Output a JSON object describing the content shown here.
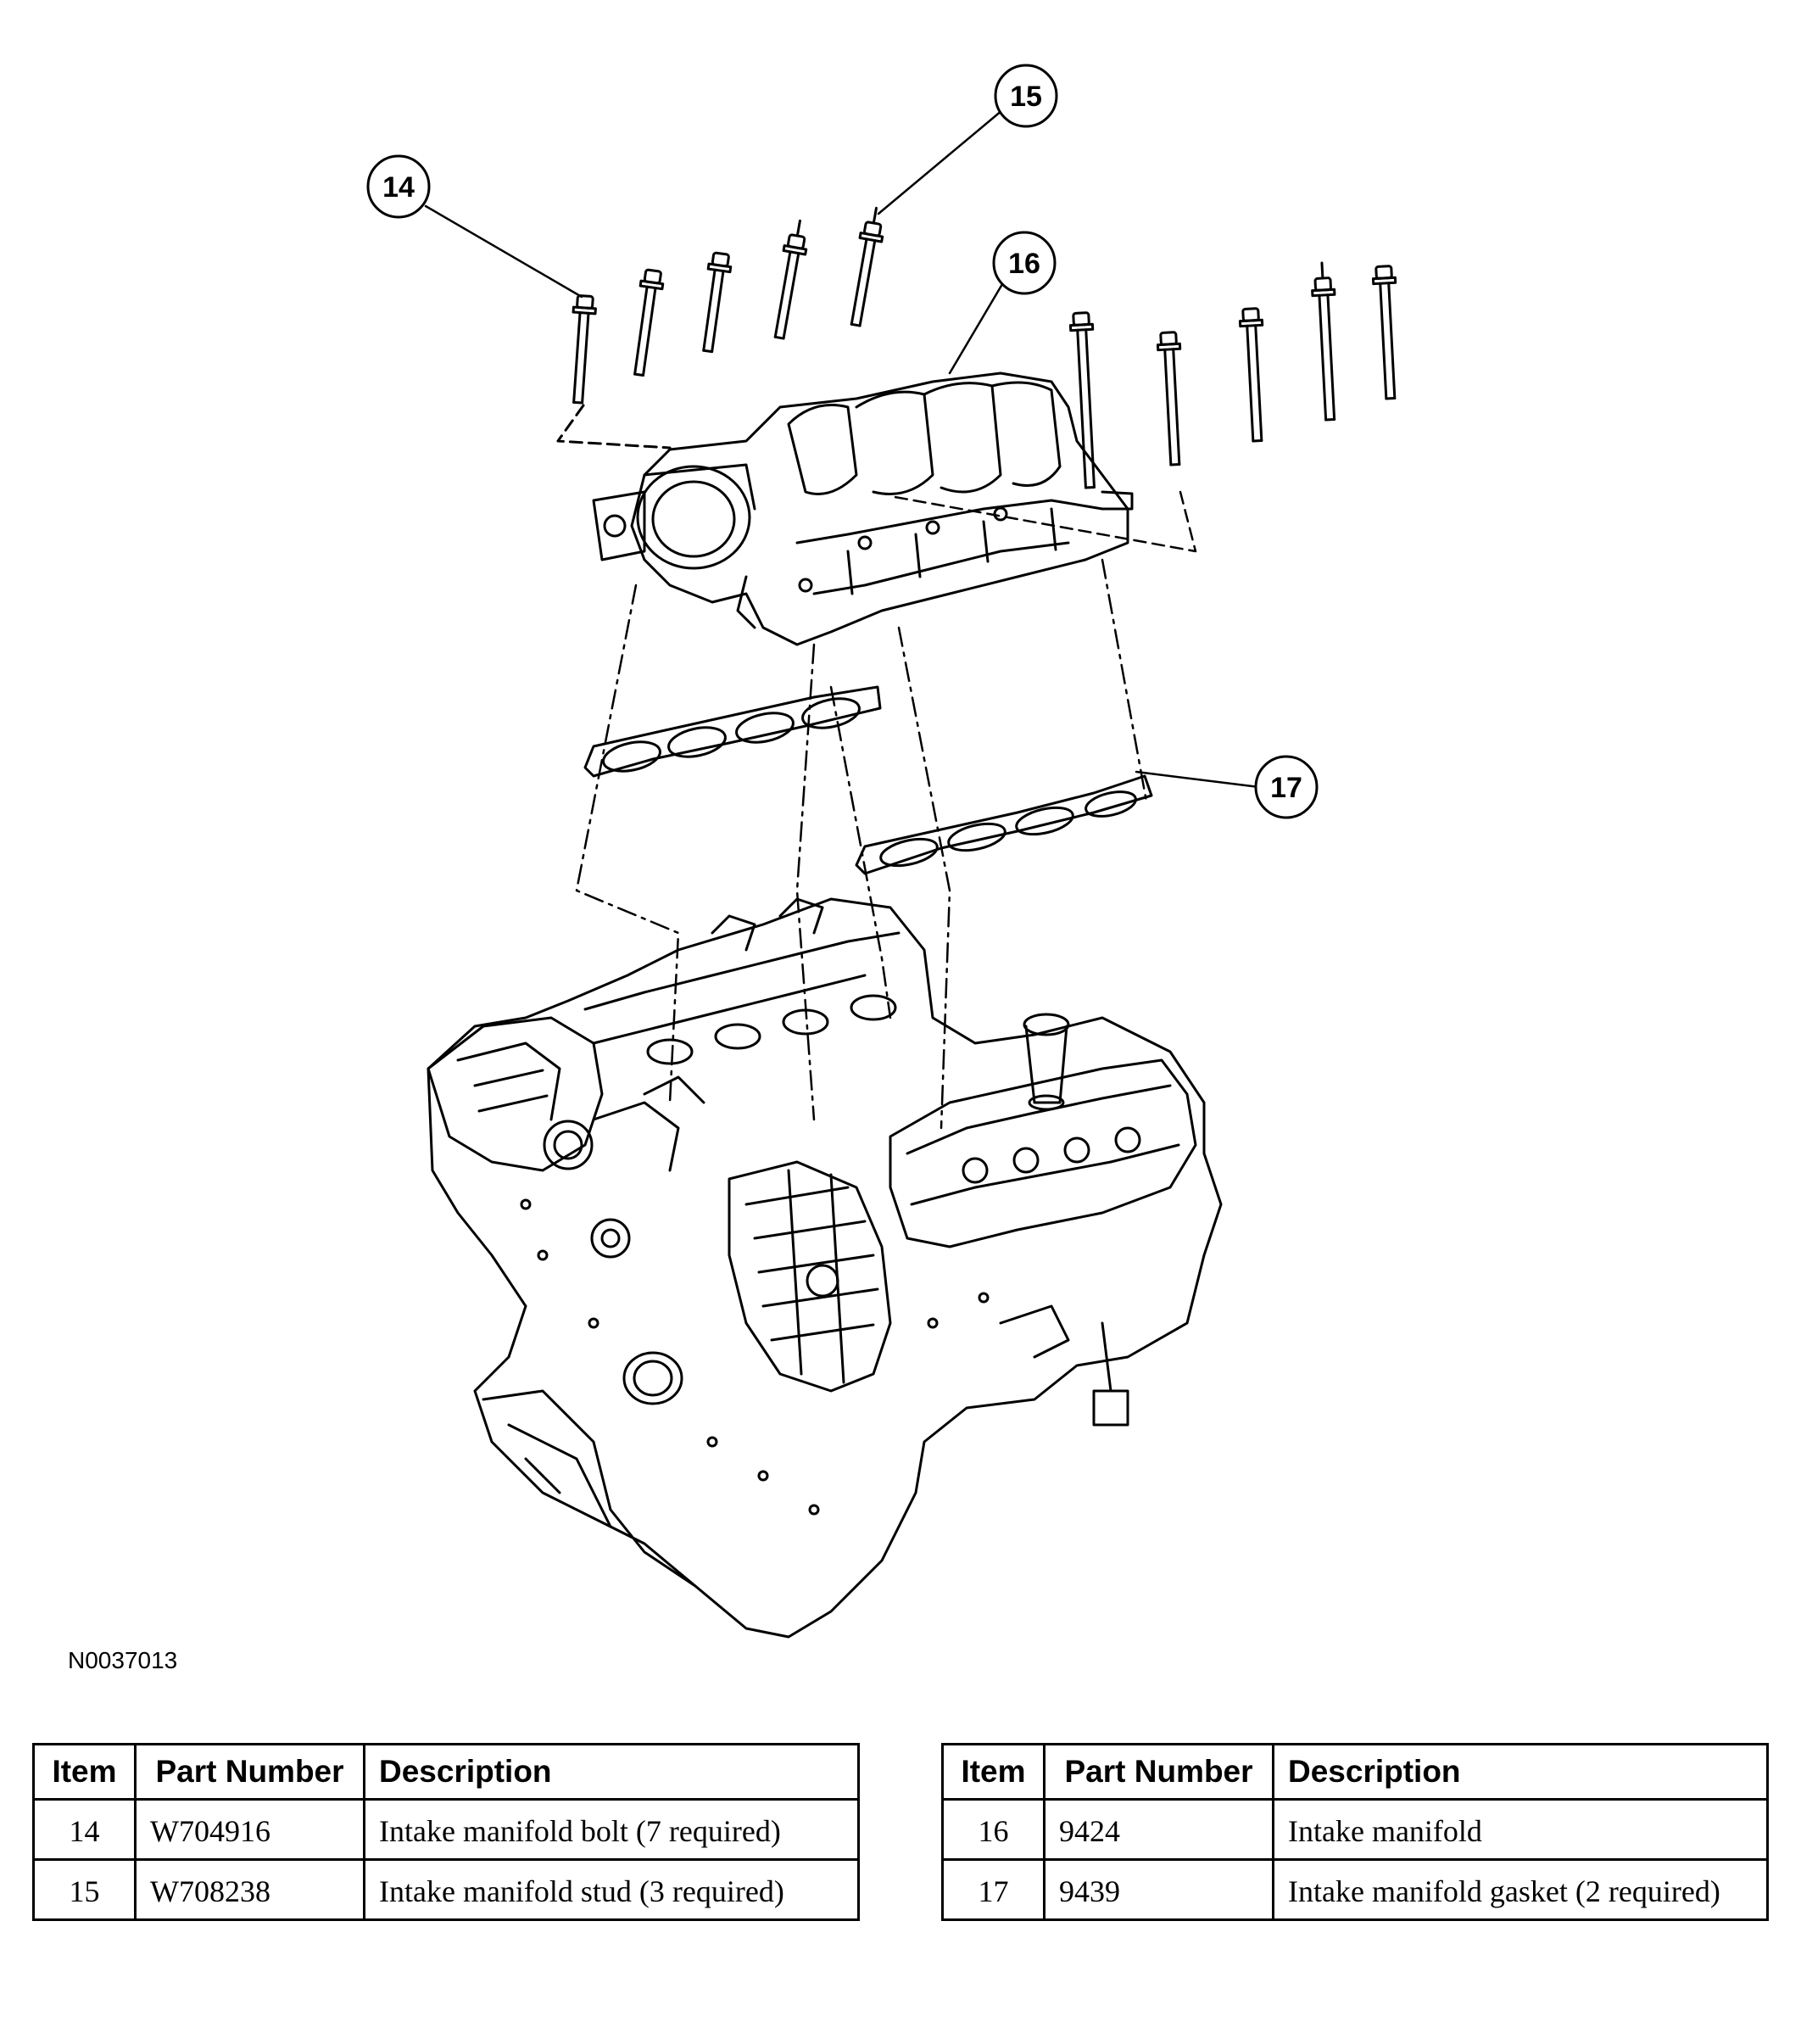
{
  "callouts": [
    "14",
    "15",
    "16",
    "17"
  ],
  "figure_id": "N0037013",
  "tables": {
    "headers": {
      "item": "Item",
      "part_number": "Part Number",
      "description": "Description"
    },
    "left": {
      "rows": [
        {
          "item": "14",
          "part_number": "W704916",
          "description": "Intake manifold bolt (7 required)"
        },
        {
          "item": "15",
          "part_number": "W708238",
          "description": "Intake manifold stud (3 required)"
        }
      ]
    },
    "right": {
      "rows": [
        {
          "item": "16",
          "part_number": "9424",
          "description": "Intake manifold"
        },
        {
          "item": "17",
          "part_number": "9439",
          "description": "Intake manifold gasket (2 required)"
        }
      ]
    }
  }
}
